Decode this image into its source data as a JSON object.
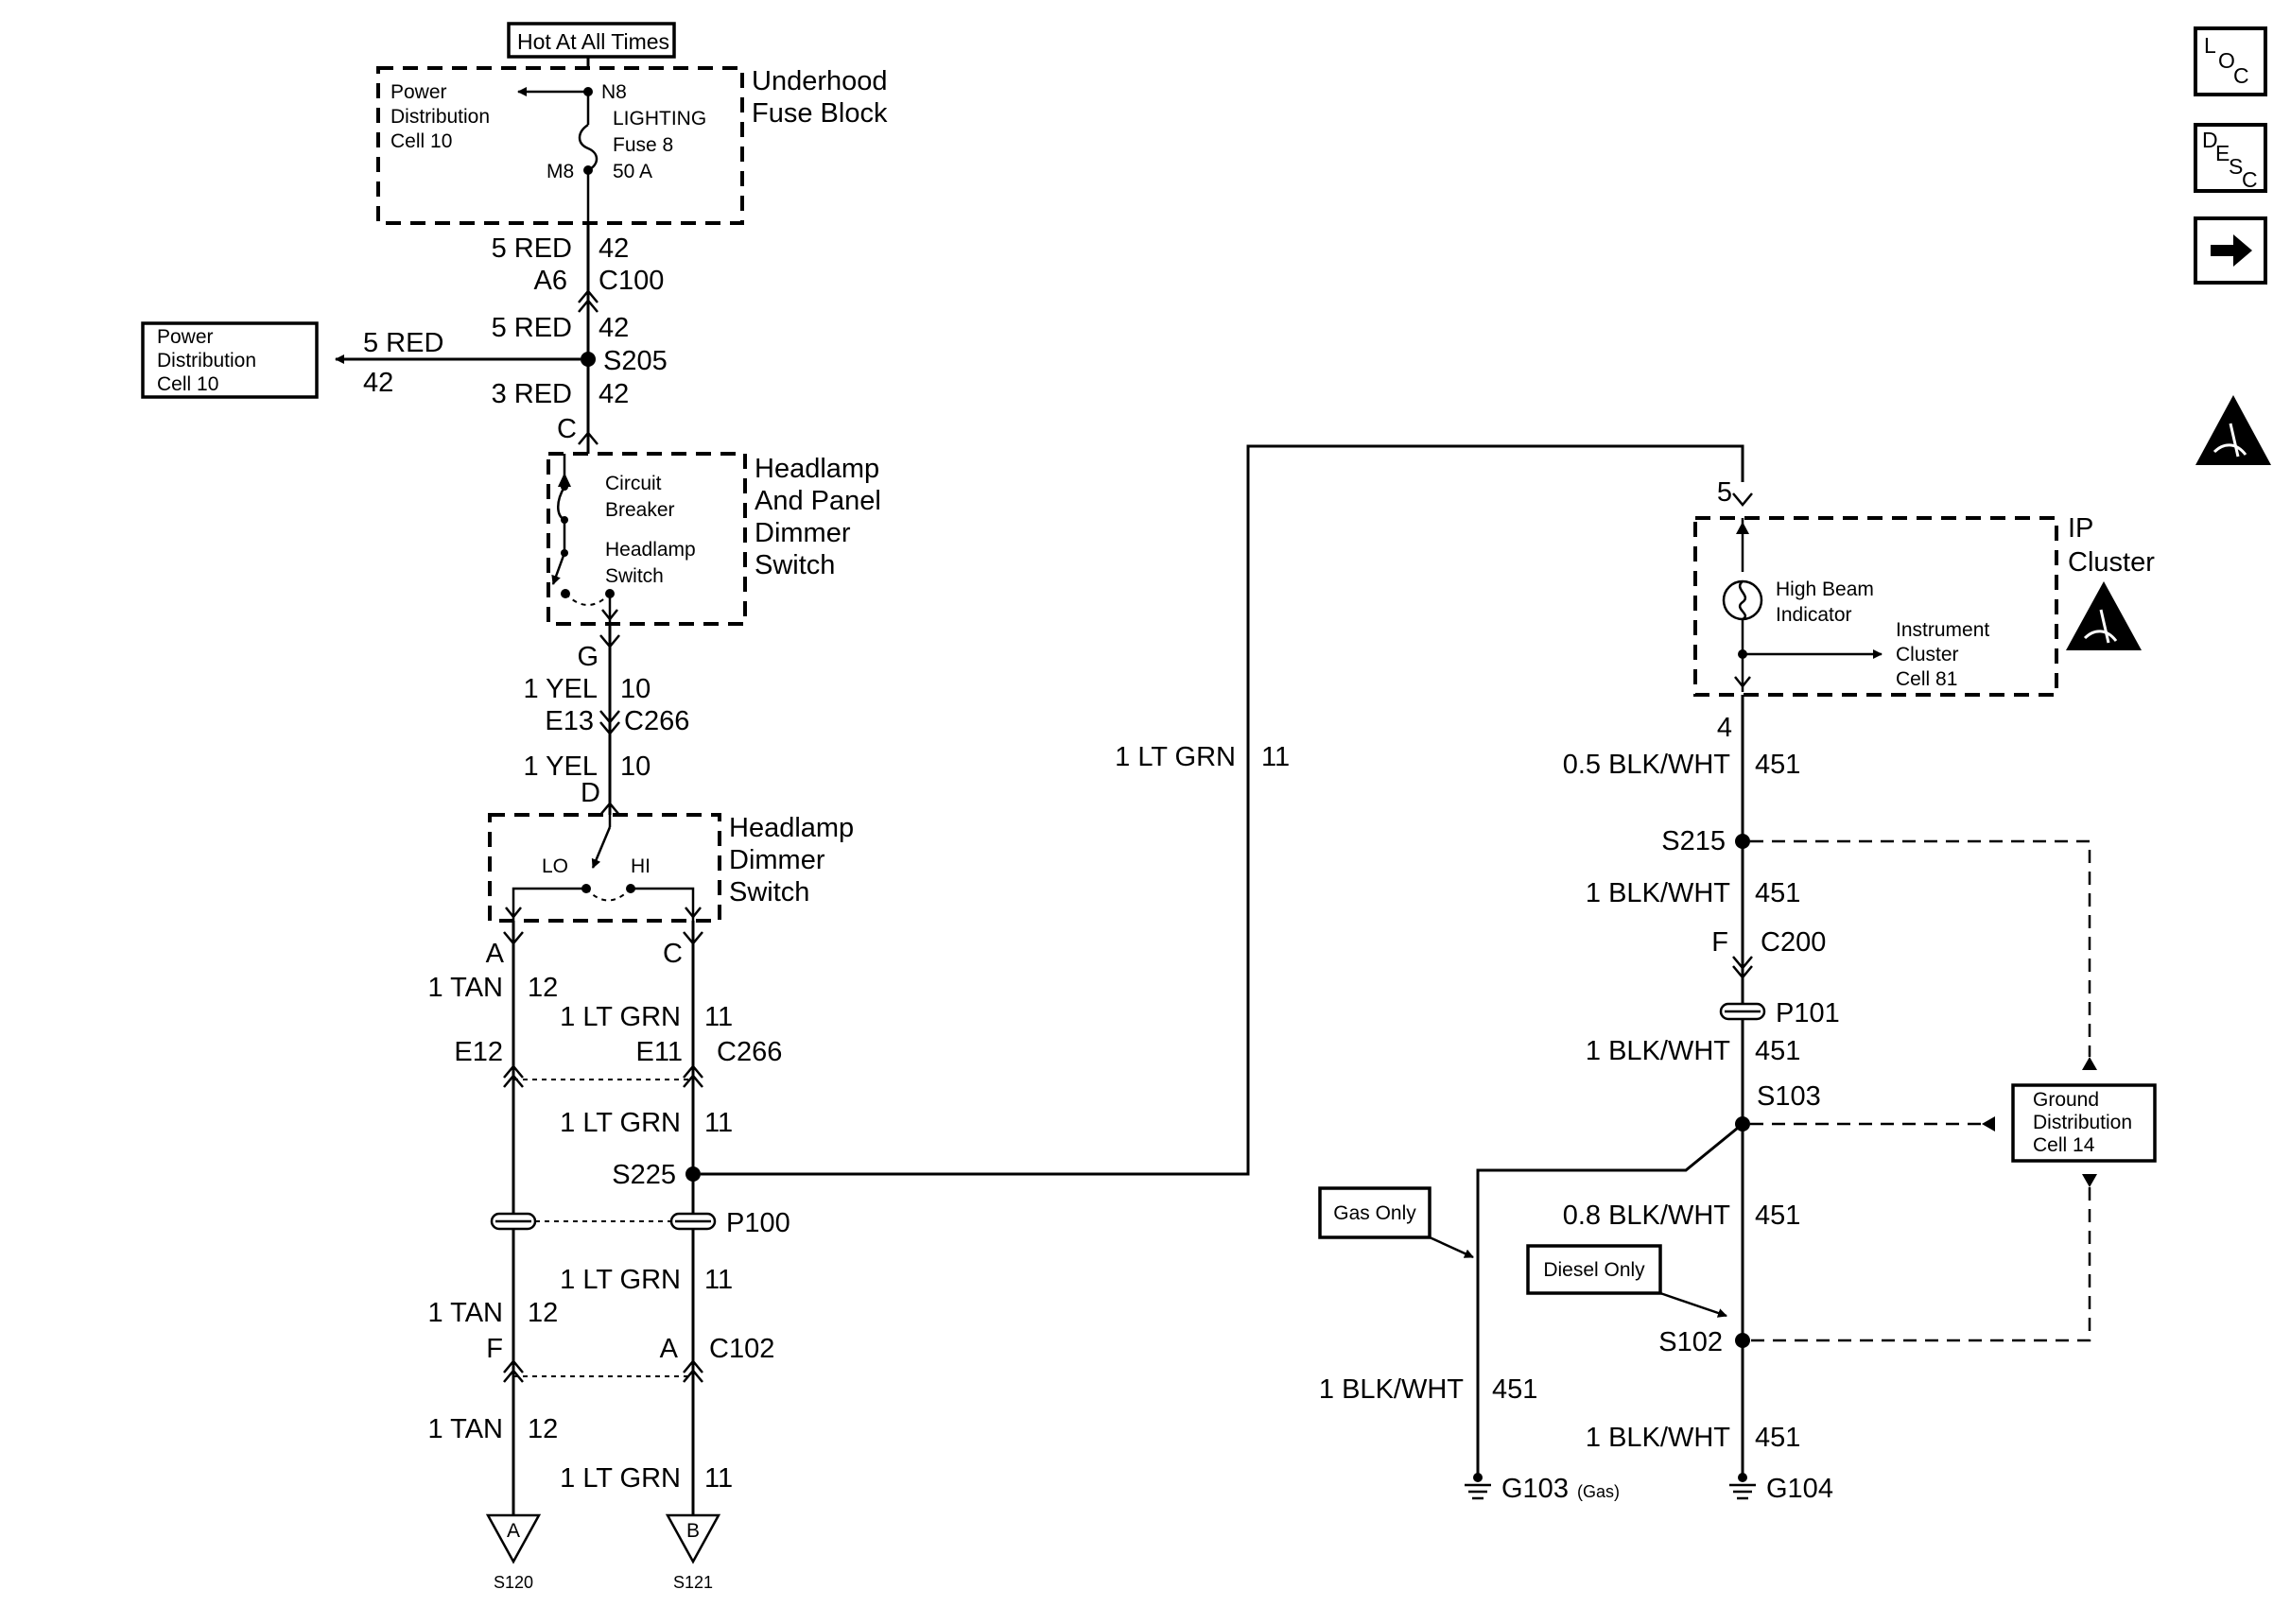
{
  "nav": {
    "loc": {
      "main": "L",
      "sub1": "O",
      "sub2": "C"
    },
    "desc": {
      "main": "D",
      "sub1": "E",
      "sub2": "S",
      "sub3": "C"
    }
  },
  "labels": {
    "hot_at_all_times": "Hot At All Times",
    "pdc_top": [
      "Power",
      "Distribution",
      "Cell 10"
    ],
    "pdc_left": [
      "Power",
      "Distribution",
      "Cell 10"
    ],
    "n8": "N8",
    "m8": "M8",
    "fuse": [
      "LIGHTING",
      "Fuse 8",
      "50 A"
    ],
    "underhood": [
      "Underhood",
      "Fuse Block"
    ],
    "wire_5red": "5 RED",
    "wire_3red": "3 RED",
    "ckt_42": "42",
    "pin_a6": "A6",
    "c100": "C100",
    "s205": "S205",
    "pin_c": "C",
    "breaker": [
      "Circuit",
      "Breaker"
    ],
    "hl_switch": [
      "Headlamp",
      "Switch"
    ],
    "panel_dimmer": [
      "Headlamp",
      "And Panel",
      "Dimmer",
      "Switch"
    ],
    "pin_g": "G",
    "wire_1yel": "1 YEL",
    "ckt_10": "10",
    "pin_e13": "E13",
    "c266": "C266",
    "pin_d": "D",
    "lo": "LO",
    "hi": "HI",
    "hl_dimmer": [
      "Headlamp",
      "Dimmer",
      "Switch"
    ],
    "pin_a": "A",
    "wire_1tan": "1 TAN",
    "ckt_12": "12",
    "wire_1ltgrn": "1 LT GRN",
    "ckt_11": "11",
    "pin_e12": "E12",
    "pin_e11": "E11",
    "s225": "S225",
    "p100": "P100",
    "pin_f": "F",
    "c102": "C102",
    "s120": "S120",
    "s121": "S121",
    "conn_a": "A",
    "conn_b": "B",
    "pin_5": "5",
    "high_beam": [
      "High Beam",
      "Indicator"
    ],
    "ic_cell": [
      "Instrument",
      "Cluster",
      "Cell 81"
    ],
    "ip_cluster": [
      "IP",
      "Cluster"
    ],
    "pin_4": "4",
    "wire_05blkwht": "0.5 BLK/WHT",
    "wire_1blkwht": "1 BLK/WHT",
    "wire_08blkwht": "0.8 BLK/WHT",
    "ckt_451": "451",
    "s215": "S215",
    "c200": "C200",
    "p101": "P101",
    "s103": "S103",
    "s102": "S102",
    "ground_cell": [
      "Ground",
      "Distribution",
      "Cell 14"
    ],
    "gas_only": "Gas Only",
    "diesel_only": "Diesel Only",
    "g103": "G103",
    "gas_paren": "(Gas)",
    "g104": "G104"
  }
}
